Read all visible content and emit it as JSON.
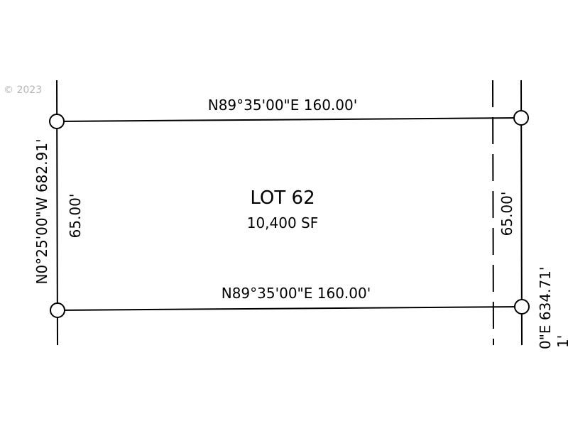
{
  "copyright": "© 2023",
  "lot": {
    "title": "LOT 62",
    "area": "10,400 SF"
  },
  "bearings": {
    "top": "N89°35'00\"E 160.00'",
    "bottom": "N89°35'00\"E 160.00'",
    "left_outer": "N0°25'00\"W 682.91'",
    "left_inner": "65.00'",
    "right_inner": "65.00'",
    "right_outer": "0\"E 634.71'",
    "right_outer_cut": "1'"
  },
  "colors": {
    "line": "#000000",
    "watermark": "#b5b5b5",
    "background": "#ffffff"
  }
}
